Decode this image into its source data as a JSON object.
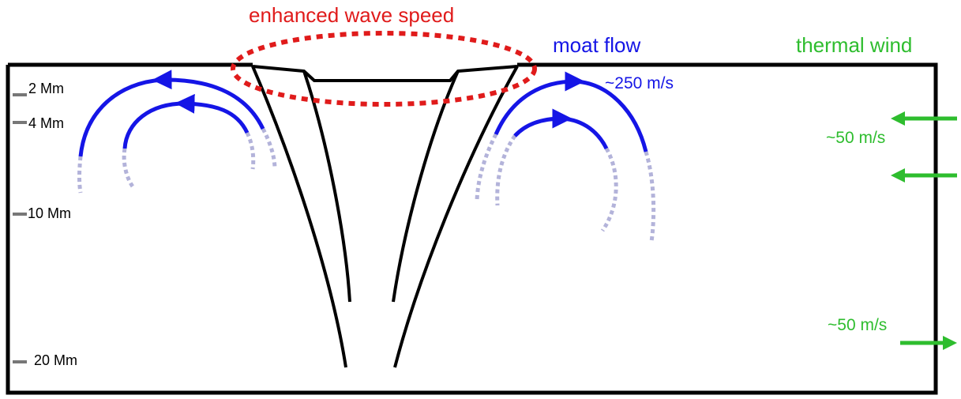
{
  "labels": {
    "enhanced_wave_speed": "enhanced wave speed",
    "moat_flow": "moat flow",
    "thermal_wind": "thermal wind",
    "moat_speed": "~250 m/s",
    "thermal_speed_upper": "~50 m/s",
    "thermal_speed_lower": "~50 m/s"
  },
  "depth_markers": [
    "2 Mm",
    "4 Mm",
    "10 Mm",
    "20 Mm"
  ],
  "colors": {
    "enhanced_wave_speed": "#e01b1b",
    "moat_flow": "#1515e6",
    "moat_flow_faded": "#b3b3da",
    "thermal_wind": "#2ebd2e",
    "outline": "#000000",
    "depth_tick": "#777777"
  }
}
